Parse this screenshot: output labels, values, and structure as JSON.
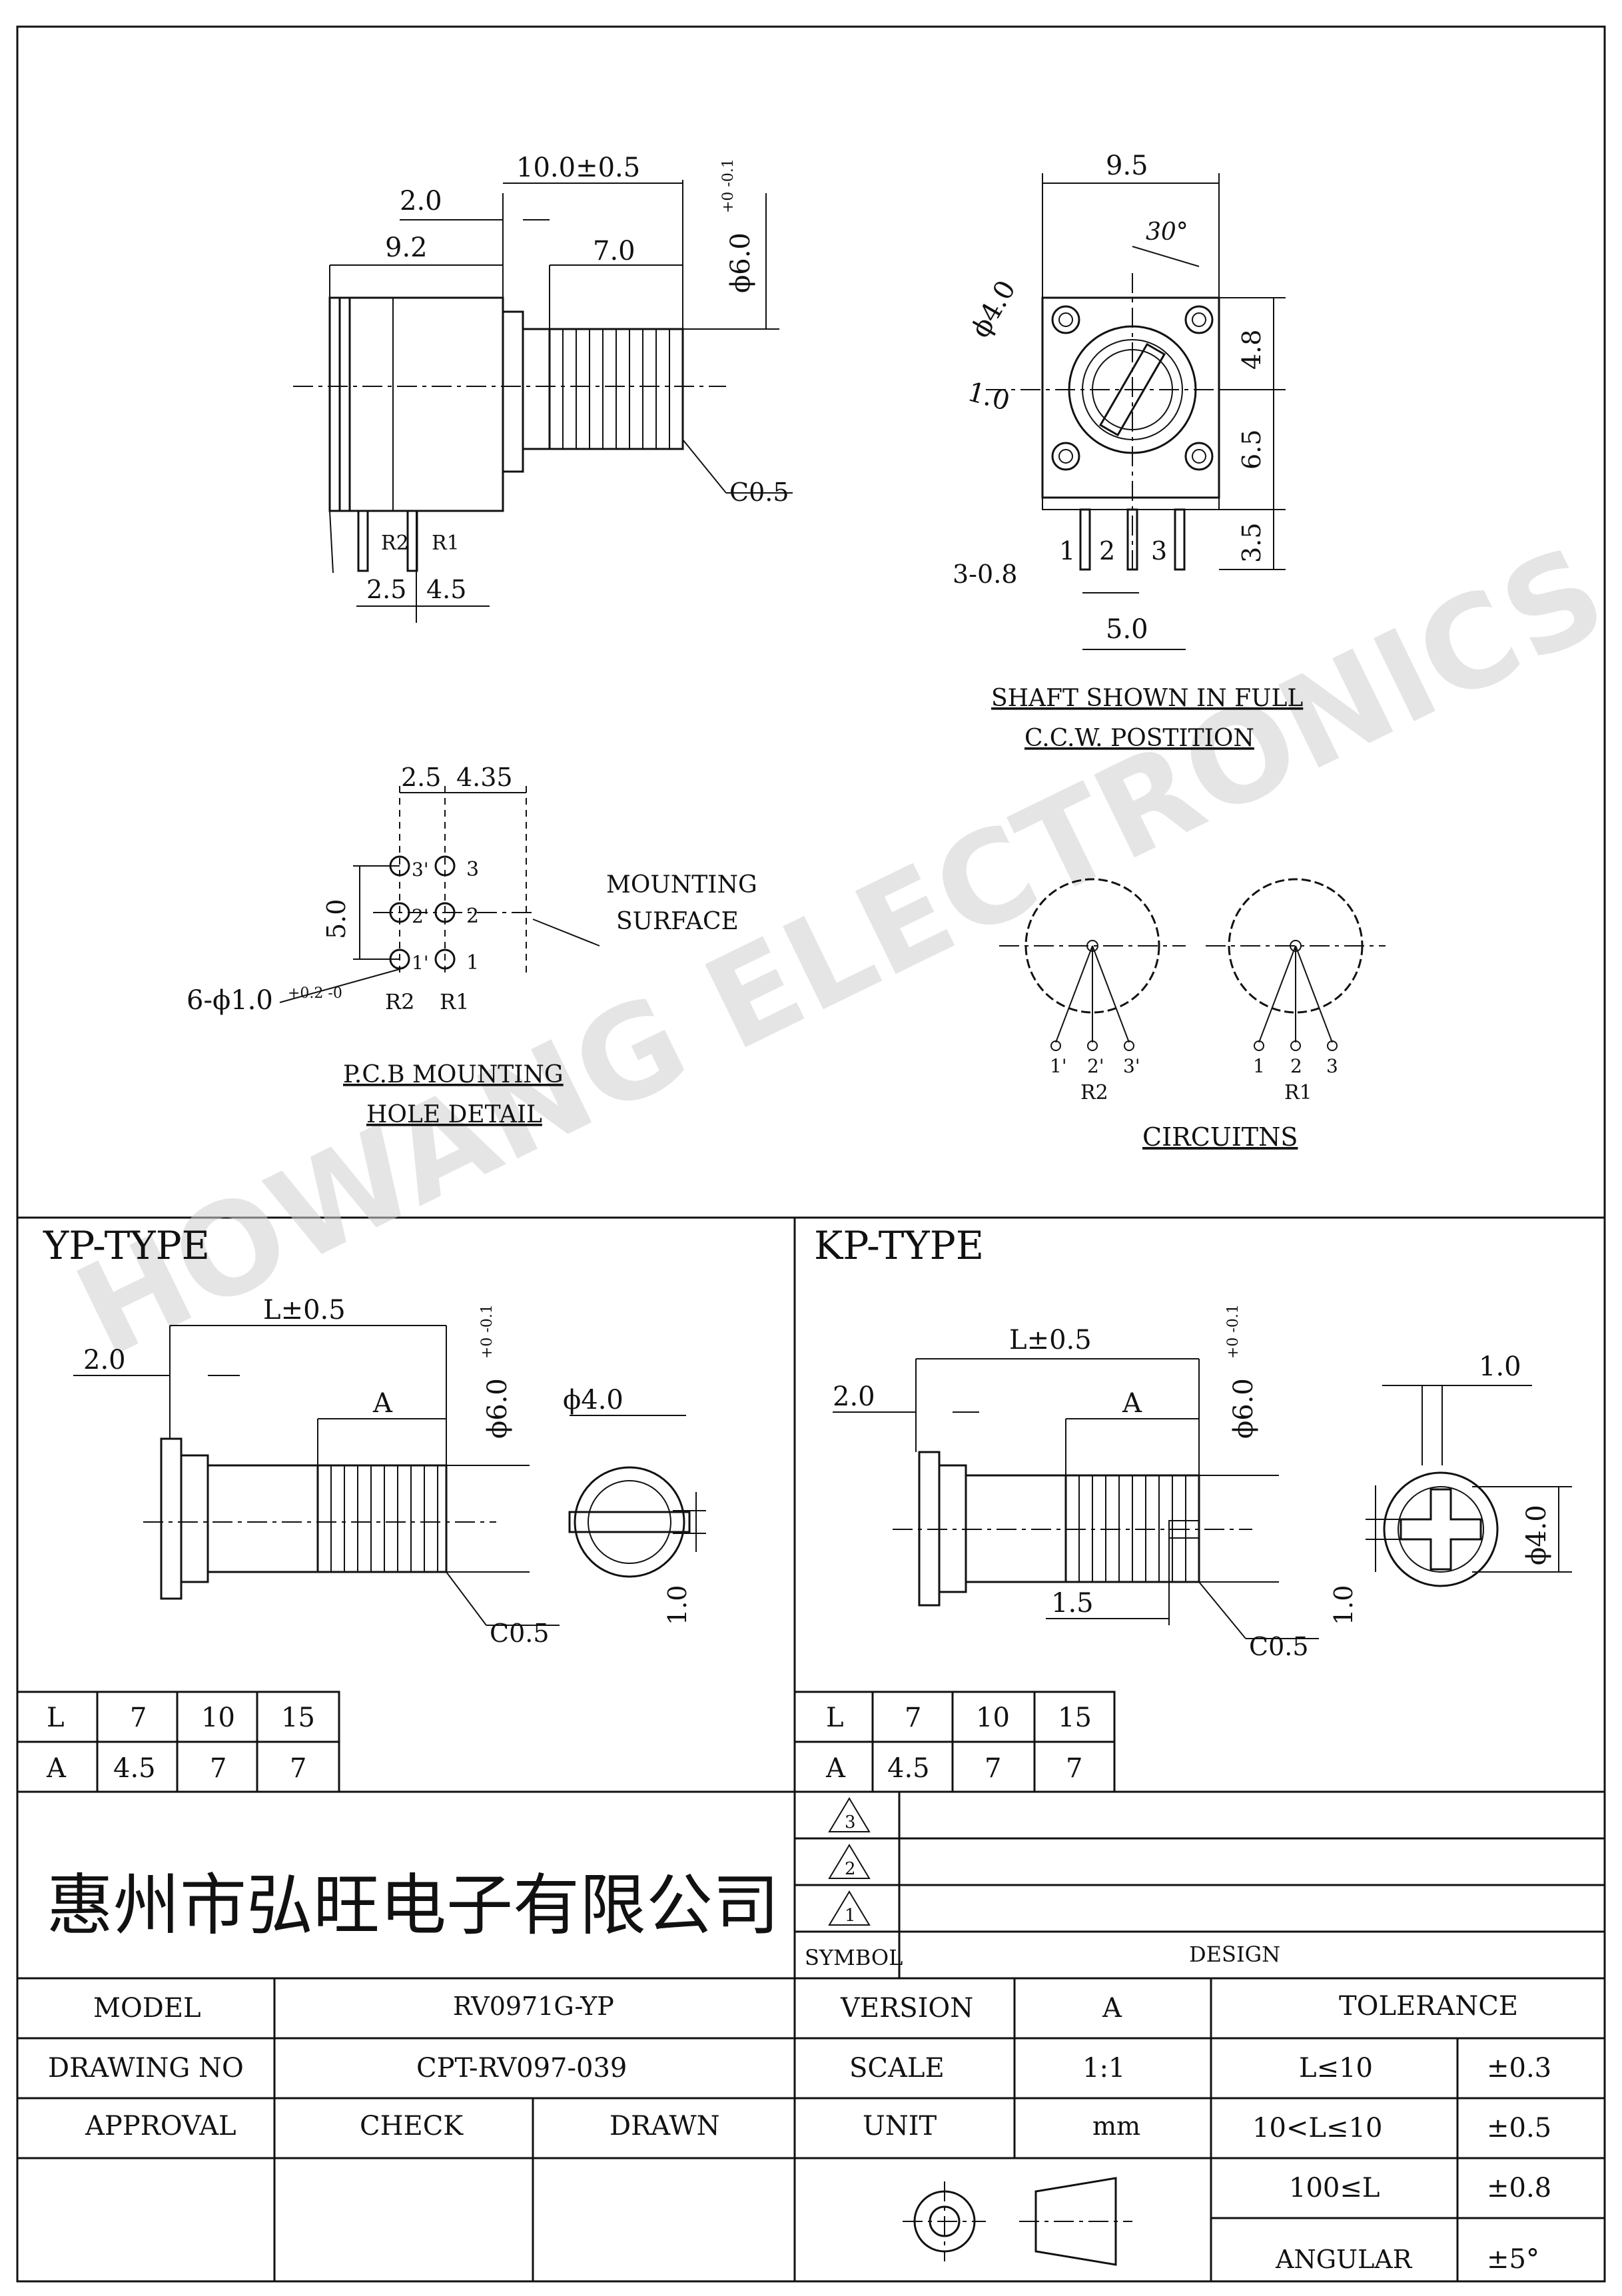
{
  "watermark": "HOWANG ELECTRONICS",
  "side_view": {
    "dim_total": "10.0±0.5",
    "dim_bushing": "2.0",
    "dim_body": "9.2",
    "dim_shaft": "7.0",
    "dim_shaft_dia": "ϕ6.0",
    "dim_shaft_dia_tol": "+0 -0.1",
    "chamfer": "C0.5",
    "pin_label_r2": "R2",
    "pin_label_r1": "R1",
    "dim_pin_a": "2.5",
    "dim_pin_b": "4.5"
  },
  "front_view": {
    "dim_width": "9.5",
    "angle": "30°",
    "dim_knob_dia": "ϕ4.0",
    "dim_slot": "1.0",
    "dim_upper": "4.8",
    "dim_lower": "6.5",
    "dim_pin_len": "3.5",
    "pin_1": "1",
    "pin_2": "2",
    "pin_3": "3",
    "dim_pin_width": "3-0.8",
    "dim_pin_pitch": "5.0",
    "note_line1": "SHAFT SHOWN IN FULL",
    "note_line2": "C.C.W. POSTITION"
  },
  "pcb_detail": {
    "dim_a": "2.5",
    "dim_b": "4.35",
    "dim_pitch": "5.0",
    "hole": "6-ϕ1.0",
    "hole_tol": "+0.2 -0",
    "pins_left": [
      "3'",
      "2'",
      "1'"
    ],
    "pins_right": [
      "3",
      "2",
      "1"
    ],
    "label_r2": "R2",
    "label_r1": "R1",
    "mounting_line1": "MOUNTING",
    "mounting_line2": "SURFACE",
    "title_line1": "P.C.B MOUNTING",
    "title_line2": "HOLE DETAIL"
  },
  "circuits": {
    "left_pins": [
      "1'",
      "2'",
      "3'"
    ],
    "left_name": "R2",
    "right_pins": [
      "1",
      "2",
      "3"
    ],
    "right_name": "R1",
    "title": "CIRCUITNS"
  },
  "yp": {
    "title": "YP-TYPE",
    "dim_len": "L±0.5",
    "dim_bush": "2.0",
    "dim_a": "A",
    "dim_dia": "ϕ6.0",
    "dim_dia_tol": "+0 -0.1",
    "dim_knob": "ϕ4.0",
    "dim_slot": "1.0",
    "chamfer": "C0.5",
    "table": {
      "rows": [
        [
          "L",
          "7",
          "10",
          "15"
        ],
        [
          "A",
          "4.5",
          "7",
          "7"
        ]
      ]
    }
  },
  "kp": {
    "title": "KP-TYPE",
    "dim_len": "L±0.5",
    "dim_bush": "2.0",
    "dim_a": "A",
    "dim_dia": "ϕ6.0",
    "dim_dia_tol": "+0 -0.1",
    "dim_slot_w": "1.0",
    "dim_knob": "ϕ4.0",
    "dim_slot": "1.0",
    "dim_slot_len": "1.5",
    "chamfer": "C0.5",
    "table": {
      "rows": [
        [
          "L",
          "7",
          "10",
          "15"
        ],
        [
          "A",
          "4.5",
          "7",
          "7"
        ]
      ]
    }
  },
  "title_block": {
    "company": "惠州市弘旺电子有限公司",
    "revisions": [
      "3",
      "2",
      "1"
    ],
    "symbol_label": "SYMBOL",
    "design_label": "DESIGN",
    "model_label": "MODEL",
    "model_value": "RV0971G-YP",
    "drawing_no_label": "DRAWING NO",
    "drawing_no_value": "CPT-RV097-039",
    "approval_label": "APPROVAL",
    "check_label": "CHECK",
    "drawn_label": "DRAWN",
    "version_label": "VERSION",
    "version_value": "A",
    "scale_label": "SCALE",
    "scale_value": "1:1",
    "unit_label": "UNIT",
    "unit_value": "mm",
    "tolerance_label": "TOLERANCE",
    "tol_rows": [
      [
        "L≤10",
        "±0.3"
      ],
      [
        "10<L≤10",
        "±0.5"
      ],
      [
        "100≤L",
        "±0.8"
      ],
      [
        "ANGULAR",
        "±5°"
      ]
    ]
  }
}
